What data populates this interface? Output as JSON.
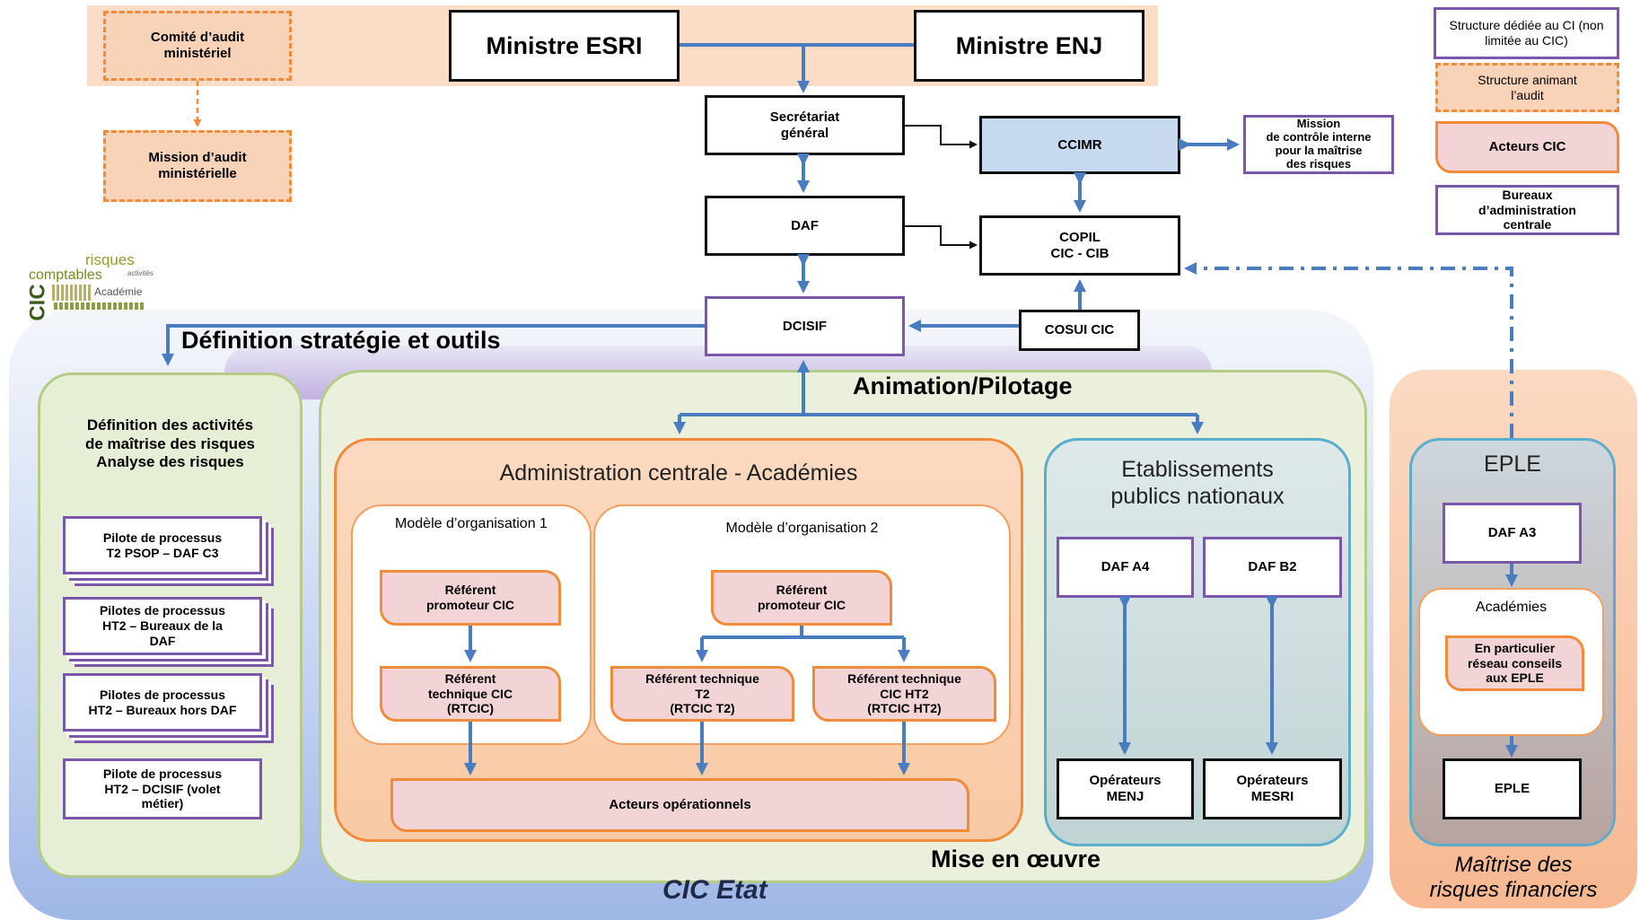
{
  "top": {
    "comite_audit": "Comité d’audit ministériel",
    "mission_audit": "Mission d’audit ministérielle",
    "ministre_esri": "Ministre ESRI",
    "ministre_enj": "Ministre ENJ",
    "secretariat": "Secrétariat général",
    "daf": "DAF",
    "dcisif": "DCISIF",
    "ccimr": "CCIMR",
    "copil": "COPIL\nCIC - CIB",
    "cosui": "COSUI CIC",
    "mission_ci": "Mission\nde contrôle interne\npour la maîtrise\ndes risques"
  },
  "legend": {
    "ci": "Structure dédiée au CI (non limitée au CIC)",
    "audit": "Structure animant l’audit",
    "acteurs": "Acteurs CIC",
    "bureaux": "Bureaux d’administration centrale"
  },
  "logo_words": [
    "risques",
    "comptables",
    "activités",
    "Académie",
    "CIC"
  ],
  "labels": {
    "definition": "Définition stratégie et outils",
    "animation": "Animation/Pilotage",
    "mise_oeuvre": "Mise en œuvre",
    "cic_etat": "CIC Etat",
    "maitrise": "Maîtrise des\nrisques financiers"
  },
  "left_panel": {
    "title": "Définition des activités\nde maîtrise des risques\nAnalyse des risques",
    "items": [
      "Pilote de processus\nT2 PSOP – DAF C3",
      "Pilotes de processus\nHT2 – Bureaux de la\nDAF",
      "Pilotes de processus\nHT2 – Bureaux hors DAF",
      "Pilote de processus\nHT2 – DCISIF (volet\nmétier)"
    ]
  },
  "admin": {
    "title": "Administration centrale - Académies",
    "model1_title": "Modèle d’organisation 1",
    "model2_title": "Modèle d’organisation 2",
    "ref_promoteur": "Référent\npromoteur CIC",
    "ref_technique": "Référent\ntechnique CIC\n(RTCIC)",
    "ref_t2": "Référent technique\nT2\n(RTCIC T2)",
    "ref_ht2": "Référent technique\nCIC HT2\n(RTCIC HT2)",
    "acteurs_op": "Acteurs opérationnels"
  },
  "etab": {
    "title": "Etablissements\npublics nationaux",
    "daf_a4": "DAF A4",
    "daf_b2": "DAF B2",
    "op_menj": "Opérateurs\nMENJ",
    "op_mesri": "Opérateurs\nMESRI"
  },
  "eple": {
    "title": "EPLE",
    "daf_a3": "DAF A3",
    "academies": "Académies",
    "reseau": "En particulier\nréseau conseils\naux EPLE",
    "eple_box": "EPLE"
  },
  "colors": {
    "arrow": "#4a7cc0",
    "purple": "#7a57a8",
    "orange": "#f08b3c",
    "green_fill": "#e6efd5",
    "blue_band": "#a9bfe6"
  }
}
